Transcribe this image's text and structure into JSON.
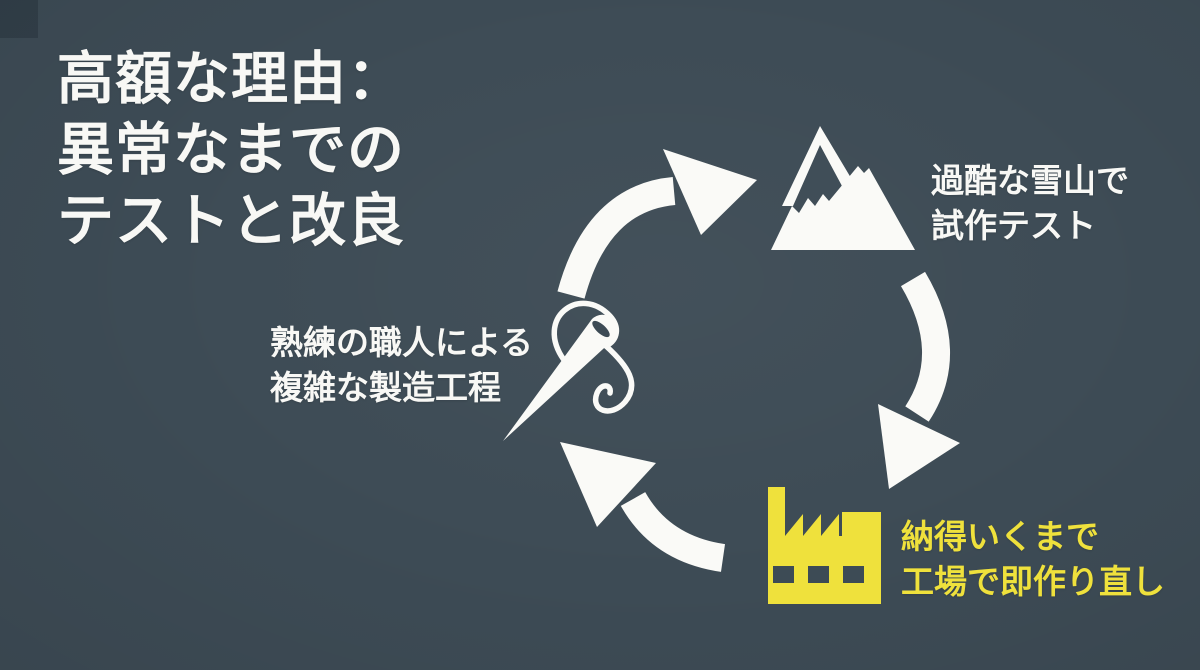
{
  "title": {
    "line1": "高額な理由：",
    "line2": "異常なまでの",
    "line3": "テストと改良"
  },
  "cycle": {
    "steps": [
      {
        "id": "snow-test",
        "icon": "mountain-icon",
        "line1": "過酷な雪山で",
        "line2": "試作テスト"
      },
      {
        "id": "factory-rework",
        "icon": "factory-icon",
        "line1": "納得いくまで",
        "line2": "工場で即作り直し"
      },
      {
        "id": "craftsman-process",
        "icon": "needle-and-thread-icon",
        "line1": "熟練の職人による",
        "line2": "複雑な製造工程"
      }
    ],
    "arrows": [
      "curved-arrow-up-right",
      "curved-arrow-down-left",
      "curved-arrow-up-left"
    ]
  },
  "colors": {
    "background": "#3d4b55",
    "text_primary": "#f8f8f5",
    "accent_yellow": "#efe13c",
    "icon_white": "#fafaf7"
  }
}
